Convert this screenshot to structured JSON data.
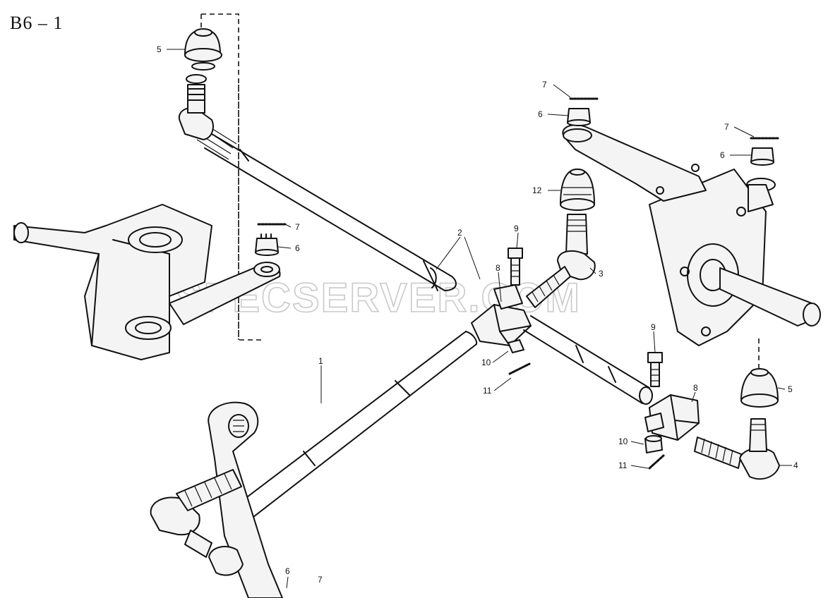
{
  "page": {
    "title": "B6 – 1"
  },
  "watermark": {
    "text": "SPECSERVER.COM"
  },
  "callouts": [
    {
      "id": "c-5a",
      "label": "5"
    },
    {
      "id": "c-7a",
      "label": "7"
    },
    {
      "id": "c-6a",
      "label": "6"
    },
    {
      "id": "c-7b",
      "label": "7"
    },
    {
      "id": "c-6b",
      "label": "6"
    },
    {
      "id": "c-12",
      "label": "12"
    },
    {
      "id": "c-7c",
      "label": "7"
    },
    {
      "id": "c-6c",
      "label": "6"
    },
    {
      "id": "c-2",
      "label": "2"
    },
    {
      "id": "c-9a",
      "label": "9"
    },
    {
      "id": "c-8a",
      "label": "8"
    },
    {
      "id": "c-3",
      "label": "3"
    },
    {
      "id": "c-9b",
      "label": "9"
    },
    {
      "id": "c-10a",
      "label": "10"
    },
    {
      "id": "c-11a",
      "label": "11"
    },
    {
      "id": "c-1",
      "label": "1"
    },
    {
      "id": "c-8b",
      "label": "8"
    },
    {
      "id": "c-5b",
      "label": "5"
    },
    {
      "id": "c-10b",
      "label": "10"
    },
    {
      "id": "c-11b",
      "label": "11"
    },
    {
      "id": "c-4",
      "label": "4"
    },
    {
      "id": "c-6d",
      "label": "6"
    },
    {
      "id": "c-7d",
      "label": "7"
    }
  ]
}
